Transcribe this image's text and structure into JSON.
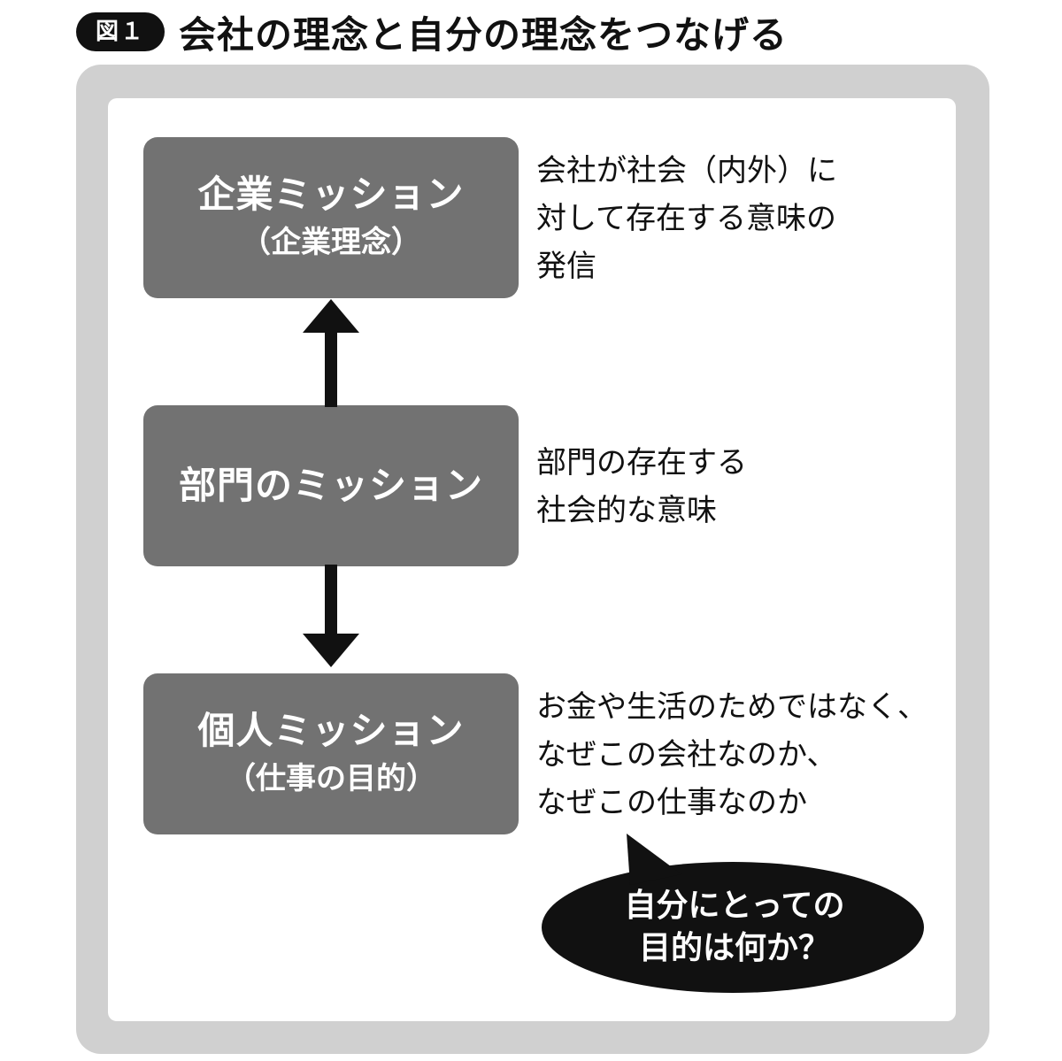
{
  "header": {
    "figure_label": "図１",
    "title": "会社の理念と自分の理念をつなげる"
  },
  "boxes": {
    "corporate": {
      "main": "企業ミッション",
      "sub": "（企業理念）"
    },
    "department": {
      "main": "部門のミッション"
    },
    "personal": {
      "main": "個人ミッション",
      "sub": "（仕事の目的）"
    }
  },
  "descriptions": {
    "corporate": [
      "会社が社会（内外）に",
      "対して存在する意味の",
      "発信"
    ],
    "department": [
      "部門の存在する",
      "社会的な意味"
    ],
    "personal": [
      "お金や生活のためではなく、",
      "なぜこの会社なのか、",
      "なぜこの仕事なのか"
    ]
  },
  "bubble": {
    "lines": [
      "自分にとっての",
      "目的は何か？"
    ]
  },
  "colors": {
    "box_fill": "#727272",
    "frame": "#d0d0d0",
    "ink": "#111111"
  }
}
